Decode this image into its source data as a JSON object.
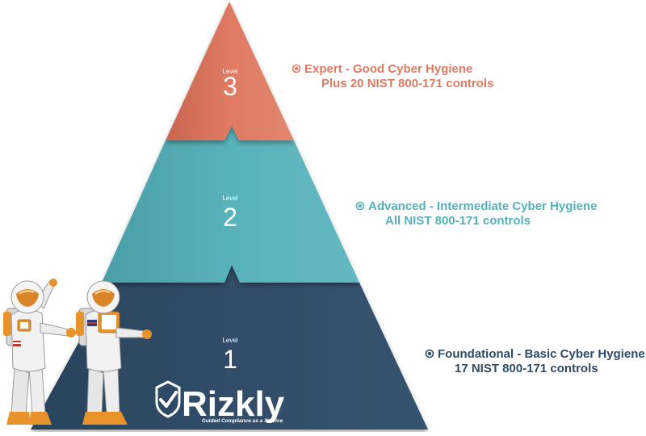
{
  "levels": [
    {
      "caption": "Level",
      "number": "3",
      "title": "Expert - Good Cyber Hygiene",
      "subtitle": "Plus 20 NIST 800-171 controls",
      "color": "#df7a62"
    },
    {
      "caption": "Level",
      "number": "2",
      "title": "Advanced - Intermediate Cyber Hygiene",
      "subtitle": "All NIST 800-171 controls",
      "color": "#56b0b9"
    },
    {
      "caption": "Level",
      "number": "1",
      "title": "Foundational - Basic Cyber Hygiene",
      "subtitle": "17 NIST 800-171 controls",
      "color": "#2e4a66"
    }
  ],
  "brand": {
    "name": "Rizkly",
    "tagline": "Guided Compliance as a Service",
    "logo_icon": "shield-check-icon"
  },
  "mascots": [
    {
      "icon": "astronaut-icon"
    },
    {
      "icon": "astronaut-icon"
    }
  ]
}
